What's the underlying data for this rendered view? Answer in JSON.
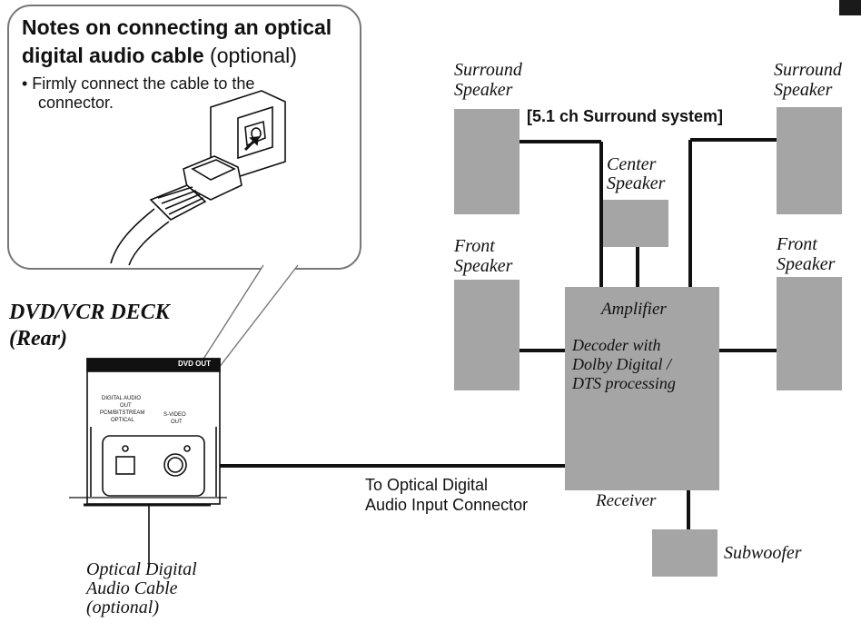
{
  "notes": {
    "title_line1": "Notes on connecting an optical",
    "title_line2_bold": "digital audio cable",
    "title_line2_rest": " (optional)",
    "bullet_line1": "• Firmly connect the cable to the",
    "bullet_line2": "connector."
  },
  "deck": {
    "title": "DVD/VCR DECK",
    "subtitle": "(Rear)",
    "panel_label_dvd_out": "DVD OUT",
    "panel_label_digital_audio_1": "DIGITAL AUDIO",
    "panel_label_digital_audio_2": "OUT",
    "panel_label_digital_audio_3": "PCM/BITSTREAM",
    "panel_label_digital_audio_4": "OPTICAL",
    "panel_label_svideo_1": "S-VIDEO",
    "panel_label_svideo_2": "OUT"
  },
  "system": {
    "title": "[5.1 ch Surround system]",
    "surround_left_1": "Surround",
    "surround_left_2": "Speaker",
    "surround_right_1": "Surround",
    "surround_right_2": "Speaker",
    "center_1": "Center",
    "center_2": "Speaker",
    "front_left_1": "Front",
    "front_left_2": "Speaker",
    "front_right_1": "Front",
    "front_right_2": "Speaker",
    "amplifier": "Amplifier",
    "decoder_1": "Decoder with",
    "decoder_2": "Dolby Digital /",
    "decoder_3": "DTS processing",
    "receiver": "Receiver",
    "subwoofer": "Subwoofer"
  },
  "connection": {
    "to_line1": "To Optical Digital",
    "to_line2": "Audio Input Connector"
  },
  "cable": {
    "line1": "Optical Digital",
    "line2": "Audio Cable",
    "line3": "(optional)"
  },
  "colors": {
    "box_gray": "#a5a5a5",
    "line_black": "#111111"
  }
}
